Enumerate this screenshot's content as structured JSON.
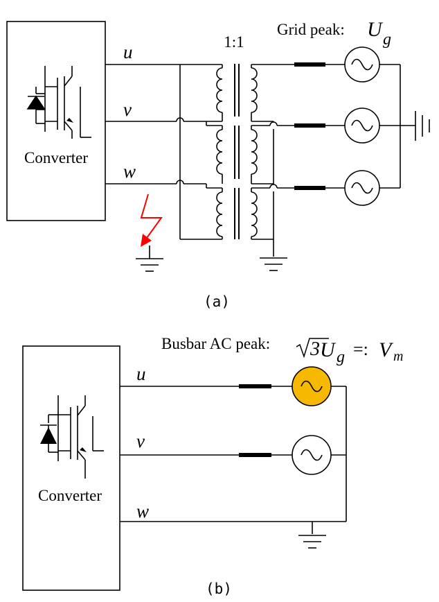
{
  "diagram_a": {
    "converter_label": "Converter",
    "phase_u": "u",
    "phase_v": "v",
    "phase_w": "w",
    "ratio_label": "1:1",
    "grid_label": "Grid peak: ",
    "grid_symbol_main": "U",
    "grid_symbol_sub": "g",
    "caption": "(a)",
    "fault_color": "#ff0000"
  },
  "diagram_b": {
    "converter_label": "Converter",
    "phase_u": "u",
    "phase_v": "v",
    "phase_w": "w",
    "busbar_label": "Busbar AC peak: ",
    "sqrt_num": "3",
    "ug_main": "U",
    "ug_sub": "g",
    "equals": "=:",
    "vm_main": "V",
    "vm_sub": "m",
    "caption": "(b)",
    "highlight_color": "#f7b800"
  }
}
